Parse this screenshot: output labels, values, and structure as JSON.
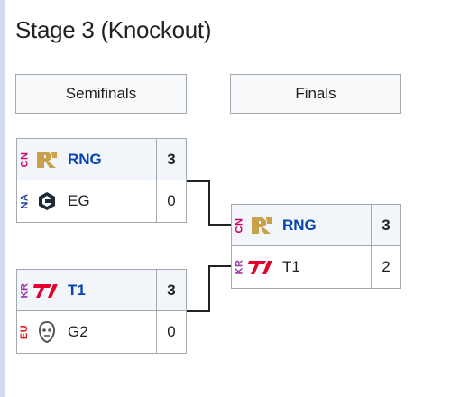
{
  "title": "Stage 3 (Knockout)",
  "rounds": [
    {
      "label": "Semifinals"
    },
    {
      "label": "Finals"
    }
  ],
  "colors": {
    "region_lpl": "#cc0066",
    "region_lcs": "#1f3c9a",
    "region_lck": "#9b3aa8",
    "region_lec": "#e21a1a",
    "link": "#0645ad",
    "winner_bg": "#f2f5fa"
  },
  "matches": [
    {
      "id": "sf1",
      "teams": [
        {
          "region": "CN",
          "name": "RNG",
          "score": "3",
          "logo": "rng-logo-icon",
          "winner": true
        },
        {
          "region": "NA",
          "name": "EG",
          "score": "0",
          "logo": "eg-logo-icon",
          "winner": false
        }
      ]
    },
    {
      "id": "sf2",
      "teams": [
        {
          "region": "KR",
          "name": "T1",
          "score": "3",
          "logo": "t1-logo-icon",
          "winner": true
        },
        {
          "region": "EU",
          "name": "G2",
          "score": "0",
          "logo": "g2-logo-icon",
          "winner": false
        }
      ]
    },
    {
      "id": "final",
      "teams": [
        {
          "region": "CN",
          "name": "RNG",
          "score": "3",
          "logo": "rng-logo-icon",
          "winner": true
        },
        {
          "region": "KR",
          "name": "T1",
          "score": "2",
          "logo": "t1-logo-icon",
          "winner": false
        }
      ]
    }
  ]
}
